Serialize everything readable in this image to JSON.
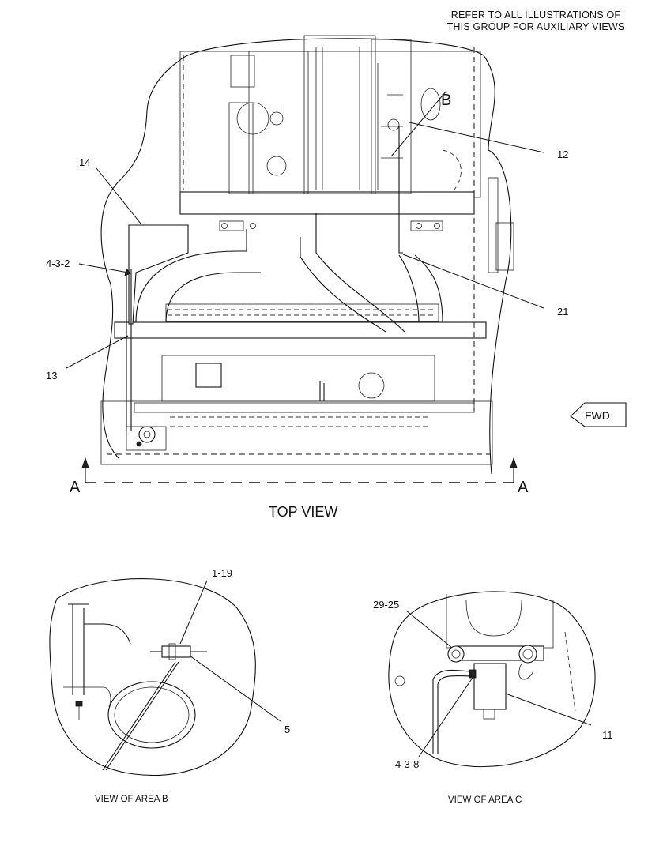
{
  "note": {
    "line1": "REFER TO ALL ILLUSTRATIONS OF",
    "line2": "THIS GROUP FOR AUXILIARY VIEWS"
  },
  "top_view": {
    "caption": "TOP VIEW",
    "section_left": "A",
    "section_right": "A",
    "area_b": "B",
    "fwd": "FWD",
    "callouts": {
      "c14": "14",
      "c4_3_2": "4-3-2",
      "c13": "13",
      "c12": "12",
      "c21": "21"
    }
  },
  "view_b": {
    "caption": "VIEW OF AREA B",
    "callouts": {
      "c1_19": "1-19",
      "c5": "5"
    }
  },
  "view_c": {
    "caption": "VIEW OF AREA C",
    "callouts": {
      "c29_25": "29-25",
      "c4_3_8": "4-3-8",
      "c11": "11"
    }
  },
  "colors": {
    "line": "#111111",
    "background": "#ffffff"
  }
}
